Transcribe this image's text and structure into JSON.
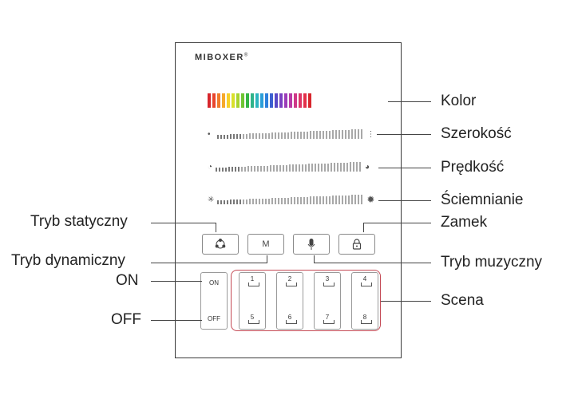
{
  "brand": {
    "name": "MIBOXER",
    "mark": "®"
  },
  "callouts": {
    "kolor": "Kolor",
    "szerokosc": "Szerokość",
    "predkosc": "Prędkość",
    "sciemnianie": "Ściemnianie",
    "tryb_statyczny": "Tryb statyczny",
    "zamek": "Zamek",
    "tryb_dynamiczny": "Tryb dynamiczny",
    "tryb_muzyczny": "Tryb muzyczny",
    "on": "ON",
    "off": "OFF",
    "scena": "Scena"
  },
  "buttons": {
    "mode_m_label": "M",
    "on_label": "ON",
    "off_label": "OFF"
  },
  "scenes": [
    "1",
    "2",
    "3",
    "4",
    "5",
    "6",
    "7",
    "8"
  ],
  "icons": {
    "static_mode": "three-dots-cycle-icon",
    "music_mode": "microphone-icon",
    "lock": "padlock-icon",
    "width_min": "dot-icon",
    "width_max": "vertical-dots-icon",
    "speed_min": "speed-slow-icon",
    "speed_max": "speed-fast-icon",
    "dim_min": "sun-small-icon",
    "dim_max": "sun-large-icon"
  },
  "colors": {
    "scene_frame": "#c44a55",
    "rainbow": [
      "#d7262c",
      "#e8452d",
      "#f07a2c",
      "#f6a92b",
      "#f6d12a",
      "#d9e02b",
      "#a8d42d",
      "#6fc533",
      "#35b544",
      "#2fb38a",
      "#2cb5bf",
      "#2b9ed8",
      "#2c7fdc",
      "#3c5fd0",
      "#5a49c6",
      "#7a3fc0",
      "#9c3cb8",
      "#b93aa5",
      "#cf3889",
      "#dd3566",
      "#e3304a",
      "#d7262c"
    ]
  }
}
